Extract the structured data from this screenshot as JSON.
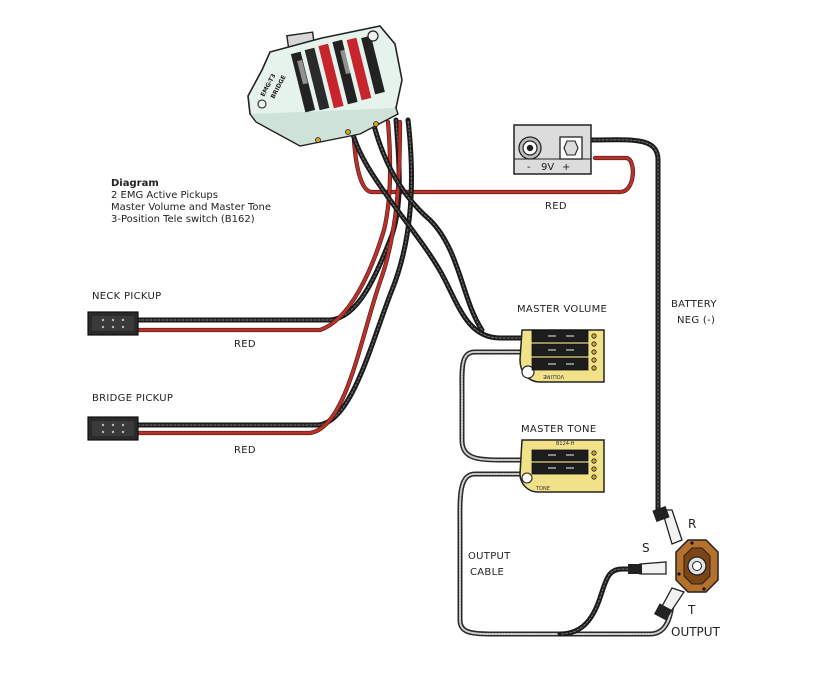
{
  "description": {
    "title": "Diagram",
    "line1": "2 EMG Active Pickups",
    "line2": "Master Volume and Master Tone",
    "line3": "3-Position Tele switch (B162)"
  },
  "labels": {
    "neck_pickup": "NECK PICKUP",
    "bridge_pickup": "BRIDGE PICKUP",
    "red_battery": "RED",
    "red_neck": "RED",
    "red_bridge": "RED",
    "master_volume": "MASTER VOLUME",
    "master_tone": "MASTER TONE",
    "battery_line1": "BATTERY",
    "battery_line2": "NEG (-)",
    "output_cable_line1": "OUTPUT",
    "output_cable_line2": "CABLE",
    "jack_r": "R",
    "jack_s": "S",
    "jack_t": "T",
    "output": "OUTPUT"
  },
  "battery_clip": {
    "label": "9V",
    "minus": "-",
    "plus": "+"
  },
  "switch": {
    "label_a": "EMG-T3",
    "label_b": "BRIDGE"
  },
  "volume_pot": {
    "label": "VOLUME"
  },
  "tone_pot": {
    "label": "TONE",
    "code": "B124-H"
  },
  "colors": {
    "red_wire": "#b8322a",
    "black_wire": "#1a1a1a",
    "pot_board": "#f1e28a",
    "switch_board": "#e6f2ec",
    "jack_wood": "#b5702c"
  }
}
